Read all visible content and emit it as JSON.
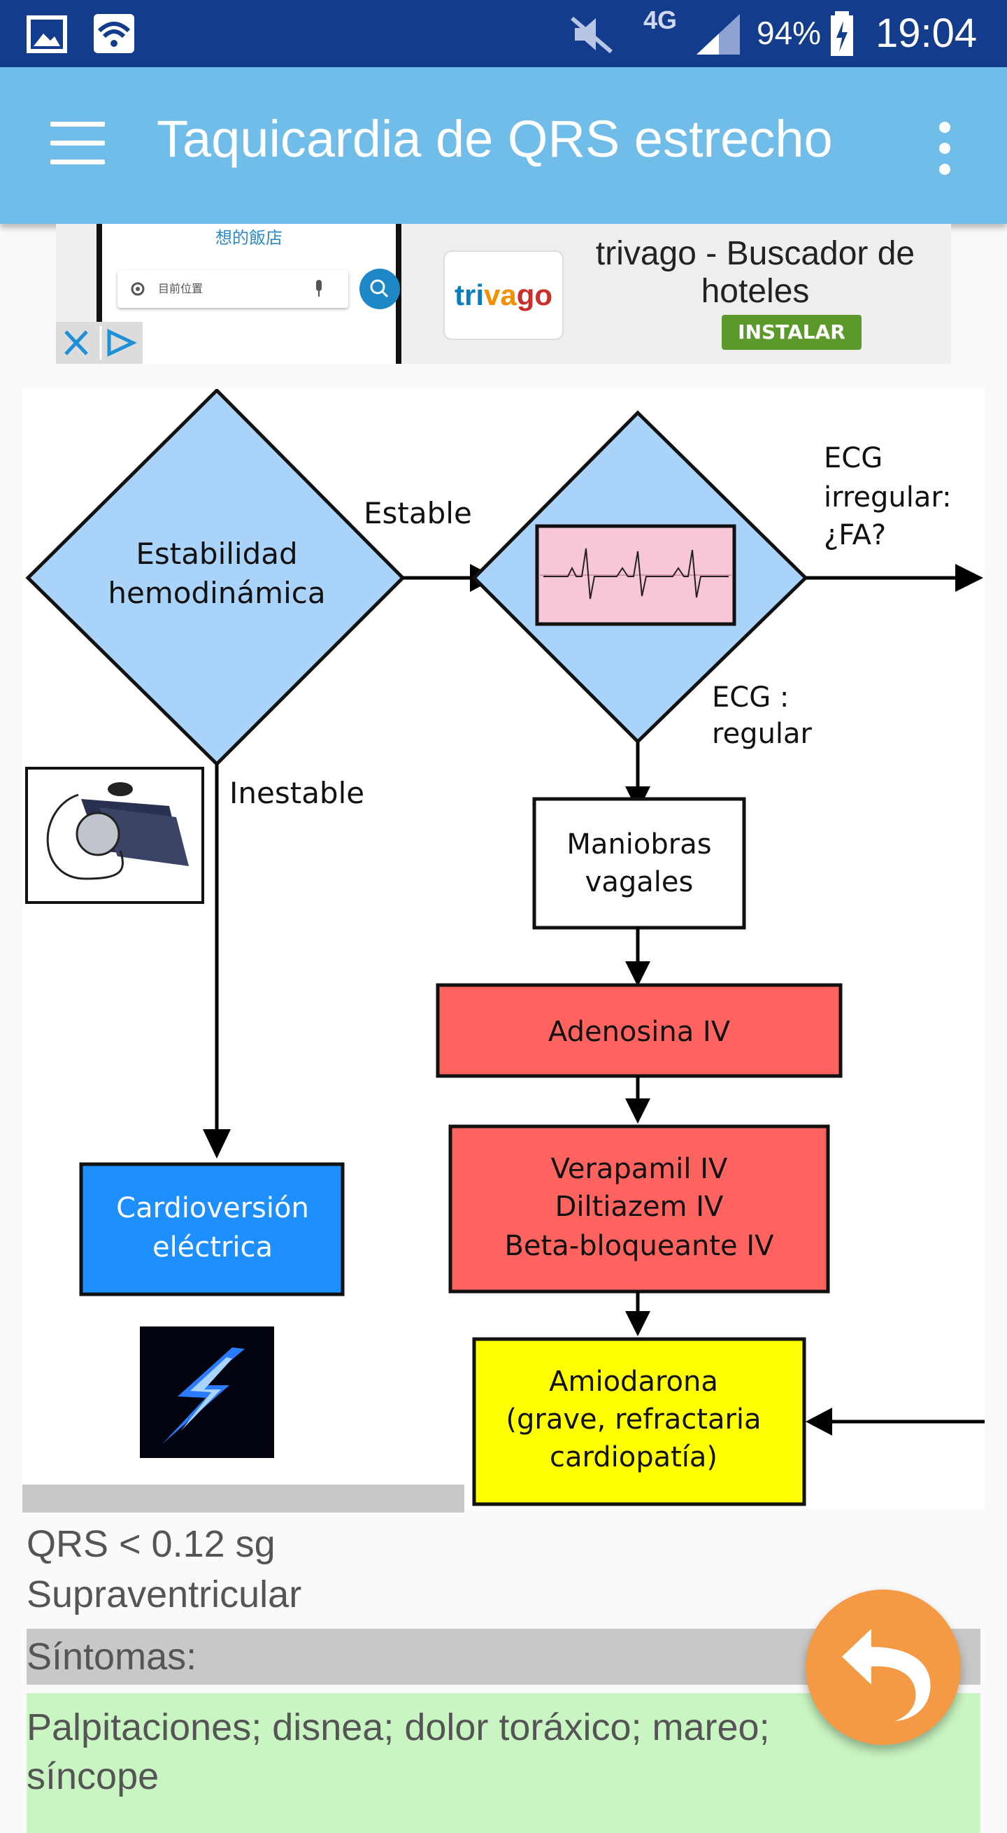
{
  "status_bar": {
    "network": "4G",
    "battery": "94%",
    "time": "19:04",
    "icons": [
      "gallery-icon",
      "wifi-icon",
      "mute-icon",
      "signal-icon",
      "battery-charging-icon"
    ]
  },
  "app_bar": {
    "title": "Taquicardia de QRS estrecho",
    "menu_icon": "hamburger-menu-icon",
    "more_icon": "more-vert-icon"
  },
  "ad": {
    "phone_text": "想的飯店",
    "search_placeholder": "目前位置",
    "logo": "trivago",
    "title_line1": "trivago - Buscador de",
    "title_line2": "hoteles",
    "install_label": "INSTALAR"
  },
  "flowchart": {
    "stability_line1": "Estabilidad",
    "stability_line2": "hemodinámica",
    "stable": "Estable",
    "unstable": "Inestable",
    "ecg_irregular_line1": "ECG",
    "ecg_irregular_line2": "irregular:",
    "ecg_irregular_line3": "¿FA?",
    "ecg_regular_line1": "ECG :",
    "ecg_regular_line2": "regular",
    "vagal_line1": "Maniobras",
    "vagal_line2": "vagales",
    "adenosine": "Adenosina IV",
    "drugs_line1": "Verapamil IV",
    "drugs_line2": "Diltiazem IV",
    "drugs_line3": "Beta-bloqueante IV",
    "amiodarone_line1": "Amiodarona",
    "amiodarone_line2": "(grave, refractaria",
    "amiodarone_line3": "cardiopatía)",
    "cardioversion_line1": "Cardioversión",
    "cardioversion_line2": "eléctrica",
    "colors": {
      "diamond": "#a9d3f9",
      "red_box": "#ff6360",
      "yellow_box": "#ffff00",
      "blue_box": "#1e8fff"
    }
  },
  "info": {
    "qrs": "QRS < 0.12 sg",
    "type": "Supraventricular",
    "symptoms_header": "Síntomas:",
    "symptoms_line1": "Palpitaciones; disnea; dolor toráxico; mareo;",
    "symptoms_line2": "síncope"
  },
  "fab": {
    "icon": "undo-icon"
  }
}
